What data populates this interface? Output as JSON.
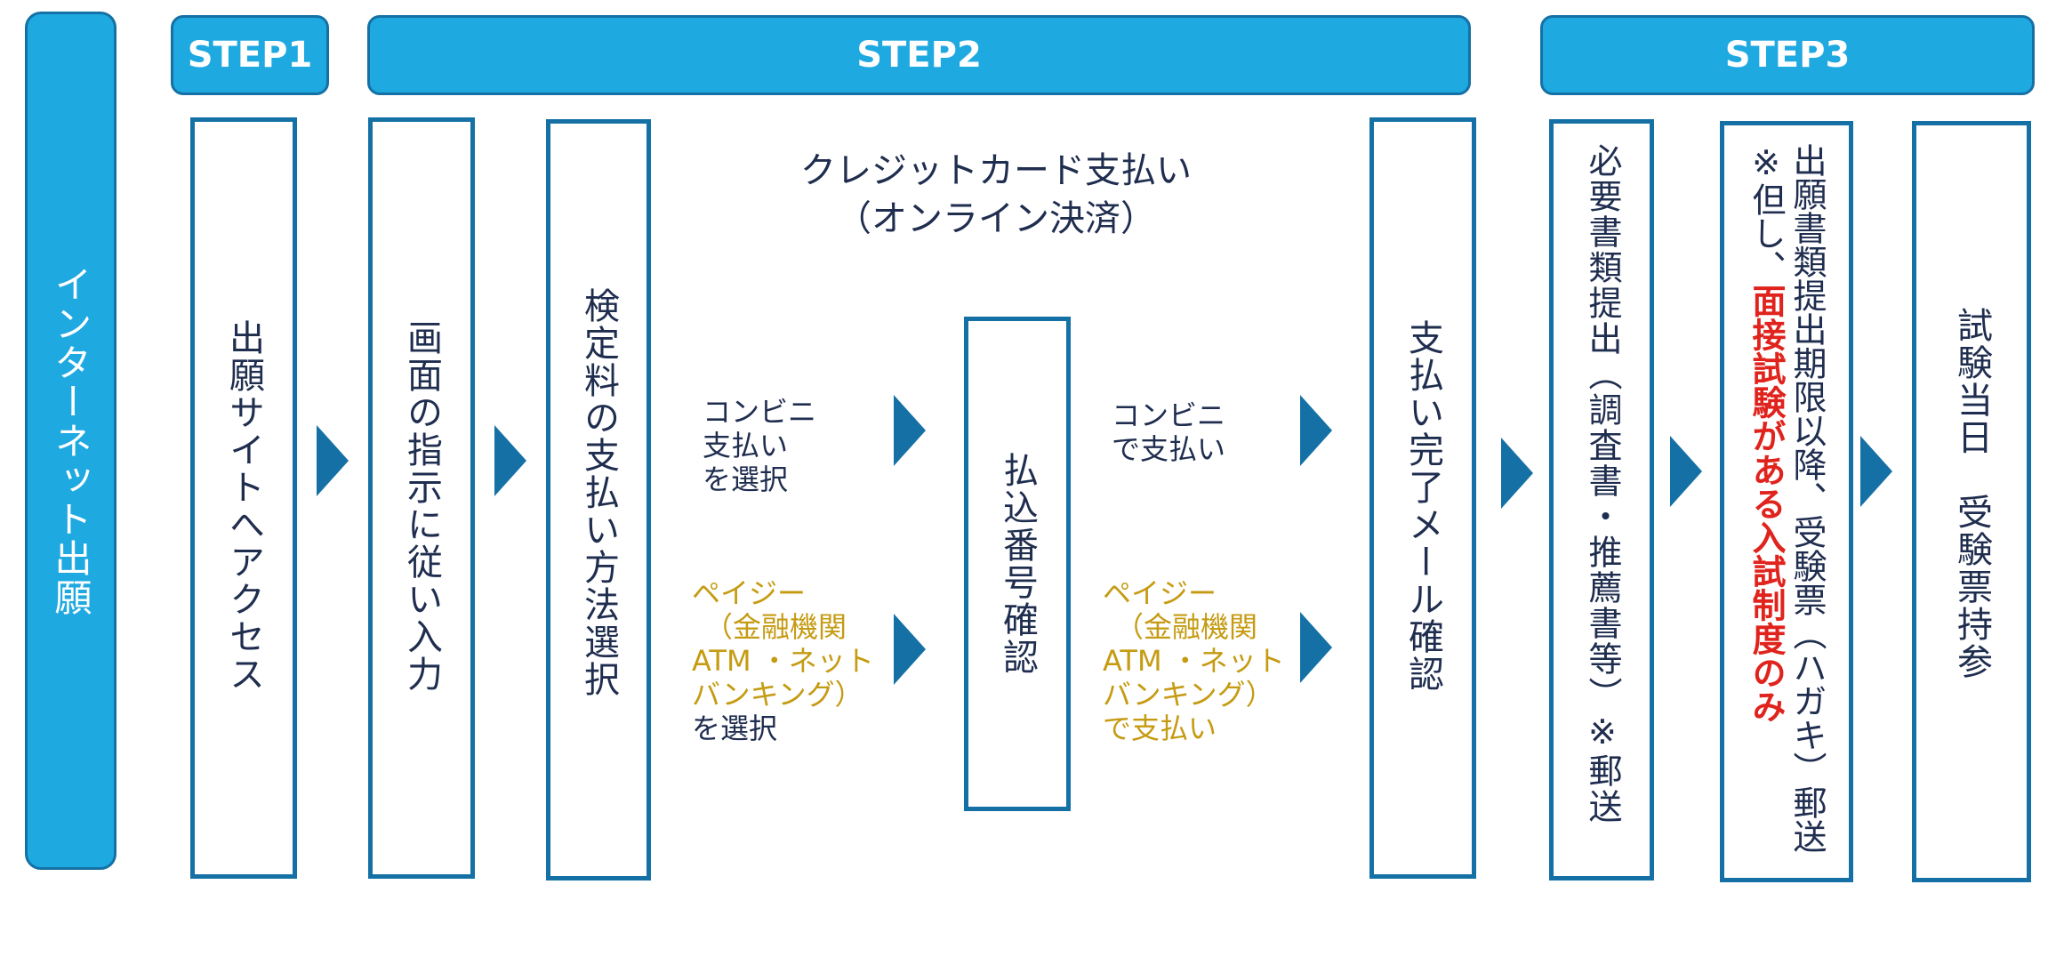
{
  "sidebar": {
    "label": "インターネット出願"
  },
  "steps": {
    "step1": "STEP1",
    "step2": "STEP2",
    "step3": "STEP3"
  },
  "boxes": {
    "access": "出願サイトへアクセス",
    "input": "画面の指示に従い入力",
    "method": "検定料の支払い方法選択",
    "number": "払込番号確認",
    "mail": "支払い完了メール確認",
    "documents": "必要書類提出（調査書・推薦書等）※郵送",
    "exam_day": "試験当日　受験票持参"
  },
  "credit": {
    "line1": "クレジットカード支払い",
    "line2": "（オンライン決済）"
  },
  "select_labels": {
    "conv_lines": [
      "コンビニ",
      "支払い",
      "を選択"
    ],
    "payeasy_lines": [
      "ペイジー",
      "（金融機関",
      "ATM ・ネット",
      "バンキング）"
    ],
    "payeasy_select": "を選択"
  },
  "pay_labels": {
    "conv_lines": [
      "コンビニ",
      "で支払い"
    ],
    "payeasy_lines": [
      "ペイジー",
      "（金融機関",
      "ATM ・ネット",
      "バンキング）",
      "で支払い"
    ]
  },
  "ticket_box": {
    "col1": "出願書類提出期限以降、受験票（ハガキ）郵送",
    "col2_prefix": "※但し、",
    "col2_red": "面接試験がある入試制度のみ"
  },
  "colors": {
    "bar_fill": "#1fa9e1",
    "border": "#1571a5",
    "text": "#1f2d4f",
    "gold": "#c59b12",
    "red": "#e0231c"
  }
}
